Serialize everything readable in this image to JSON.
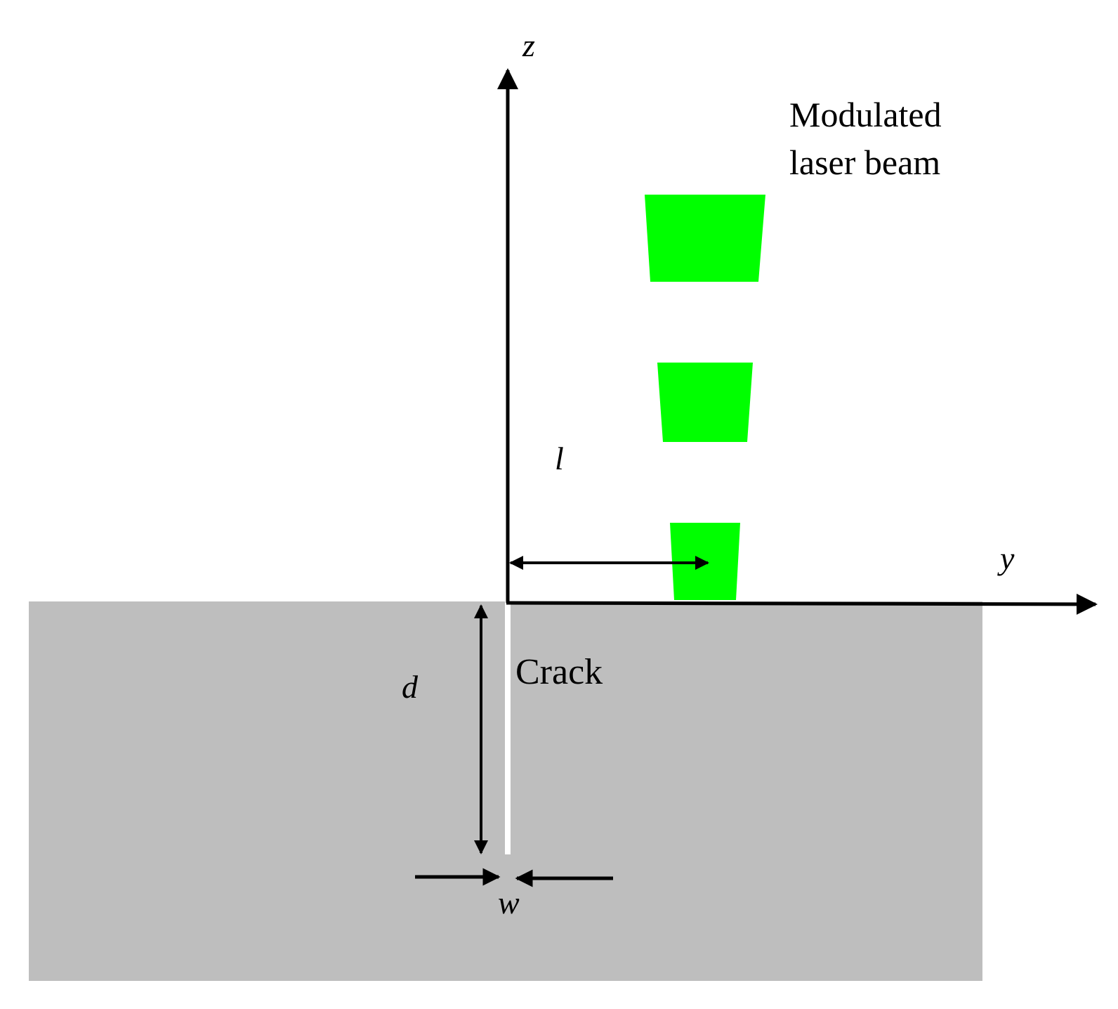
{
  "labels": {
    "z_axis": "z",
    "y_axis": "y",
    "beam_line1": "Modulated",
    "beam_line2": "laser beam",
    "l": "l",
    "d": "d",
    "w": "w",
    "crack": "Crack"
  },
  "colors": {
    "specimen": "#bebebe",
    "beam": "#00ff00",
    "crack": "#ffffff",
    "axis": "#000000"
  }
}
